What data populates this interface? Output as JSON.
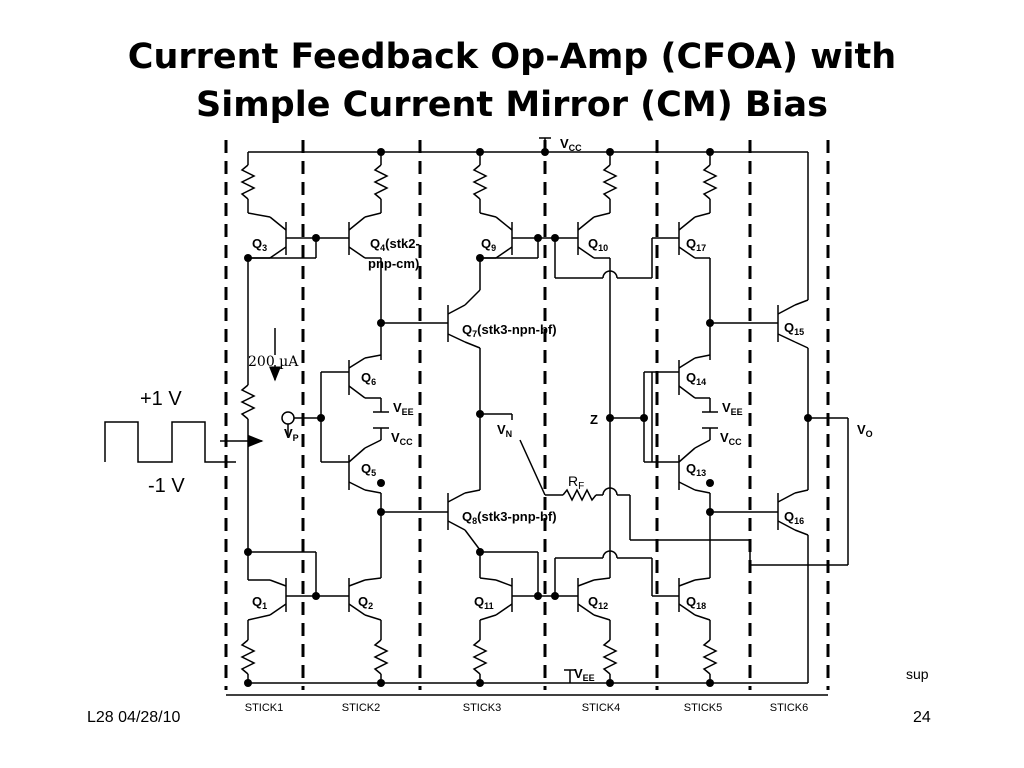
{
  "slide": {
    "title_line1": "Current Feedback Op-Amp (CFOA) with",
    "title_line2": "Simple Current Mirror (CM) Bias",
    "footer_left": "L28 04/28/10",
    "page_number": "24",
    "corner_note": "sup"
  },
  "source": {
    "pos_level": "+1 V",
    "neg_level": "-1 V",
    "bias_current": "200 µA"
  },
  "supply": {
    "vcc_top": "V",
    "vcc_top_sub": "CC",
    "vee_bottom": "V",
    "vee_bottom_sub": "EE"
  },
  "nodes": {
    "vp": "V",
    "vp_sub": "P",
    "vn": "V",
    "vn_sub": "N",
    "z": "Z",
    "vo": "V",
    "vo_sub": "O",
    "rf": "R",
    "rf_sub": "F",
    "vee_left": "V",
    "vee_left_sub": "EE",
    "vcc_left": "V",
    "vcc_left_sub": "CC",
    "vee_right": "V",
    "vee_right_sub": "EE",
    "vcc_right": "V",
    "vcc_right_sub": "CC"
  },
  "transistors": {
    "q1": {
      "name": "Q",
      "num": "1"
    },
    "q2": {
      "name": "Q",
      "num": "2"
    },
    "q3": {
      "name": "Q",
      "num": "3"
    },
    "q4": {
      "name": "Q",
      "num": "4",
      "note1": "(stk2-",
      "note2": "pnp-cm)"
    },
    "q5": {
      "name": "Q",
      "num": "5"
    },
    "q6": {
      "name": "Q",
      "num": "6"
    },
    "q7": {
      "name": "Q",
      "num": "7",
      "note": "(stk3-npn-bf)"
    },
    "q8": {
      "name": "Q",
      "num": "8",
      "note": "(stk3-pnp-bf)"
    },
    "q9": {
      "name": "Q",
      "num": "9"
    },
    "q10": {
      "name": "Q",
      "num": "10"
    },
    "q11": {
      "name": "Q",
      "num": "11"
    },
    "q12": {
      "name": "Q",
      "num": "12"
    },
    "q13": {
      "name": "Q",
      "num": "13"
    },
    "q14": {
      "name": "Q",
      "num": "14"
    },
    "q15": {
      "name": "Q",
      "num": "15"
    },
    "q16": {
      "name": "Q",
      "num": "16"
    },
    "q17": {
      "name": "Q",
      "num": "17"
    },
    "q18": {
      "name": "Q",
      "num": "18"
    }
  },
  "sticks": [
    "STICK1",
    "STICK2",
    "STICK3",
    "STICK4",
    "STICK5",
    "STICK6"
  ]
}
